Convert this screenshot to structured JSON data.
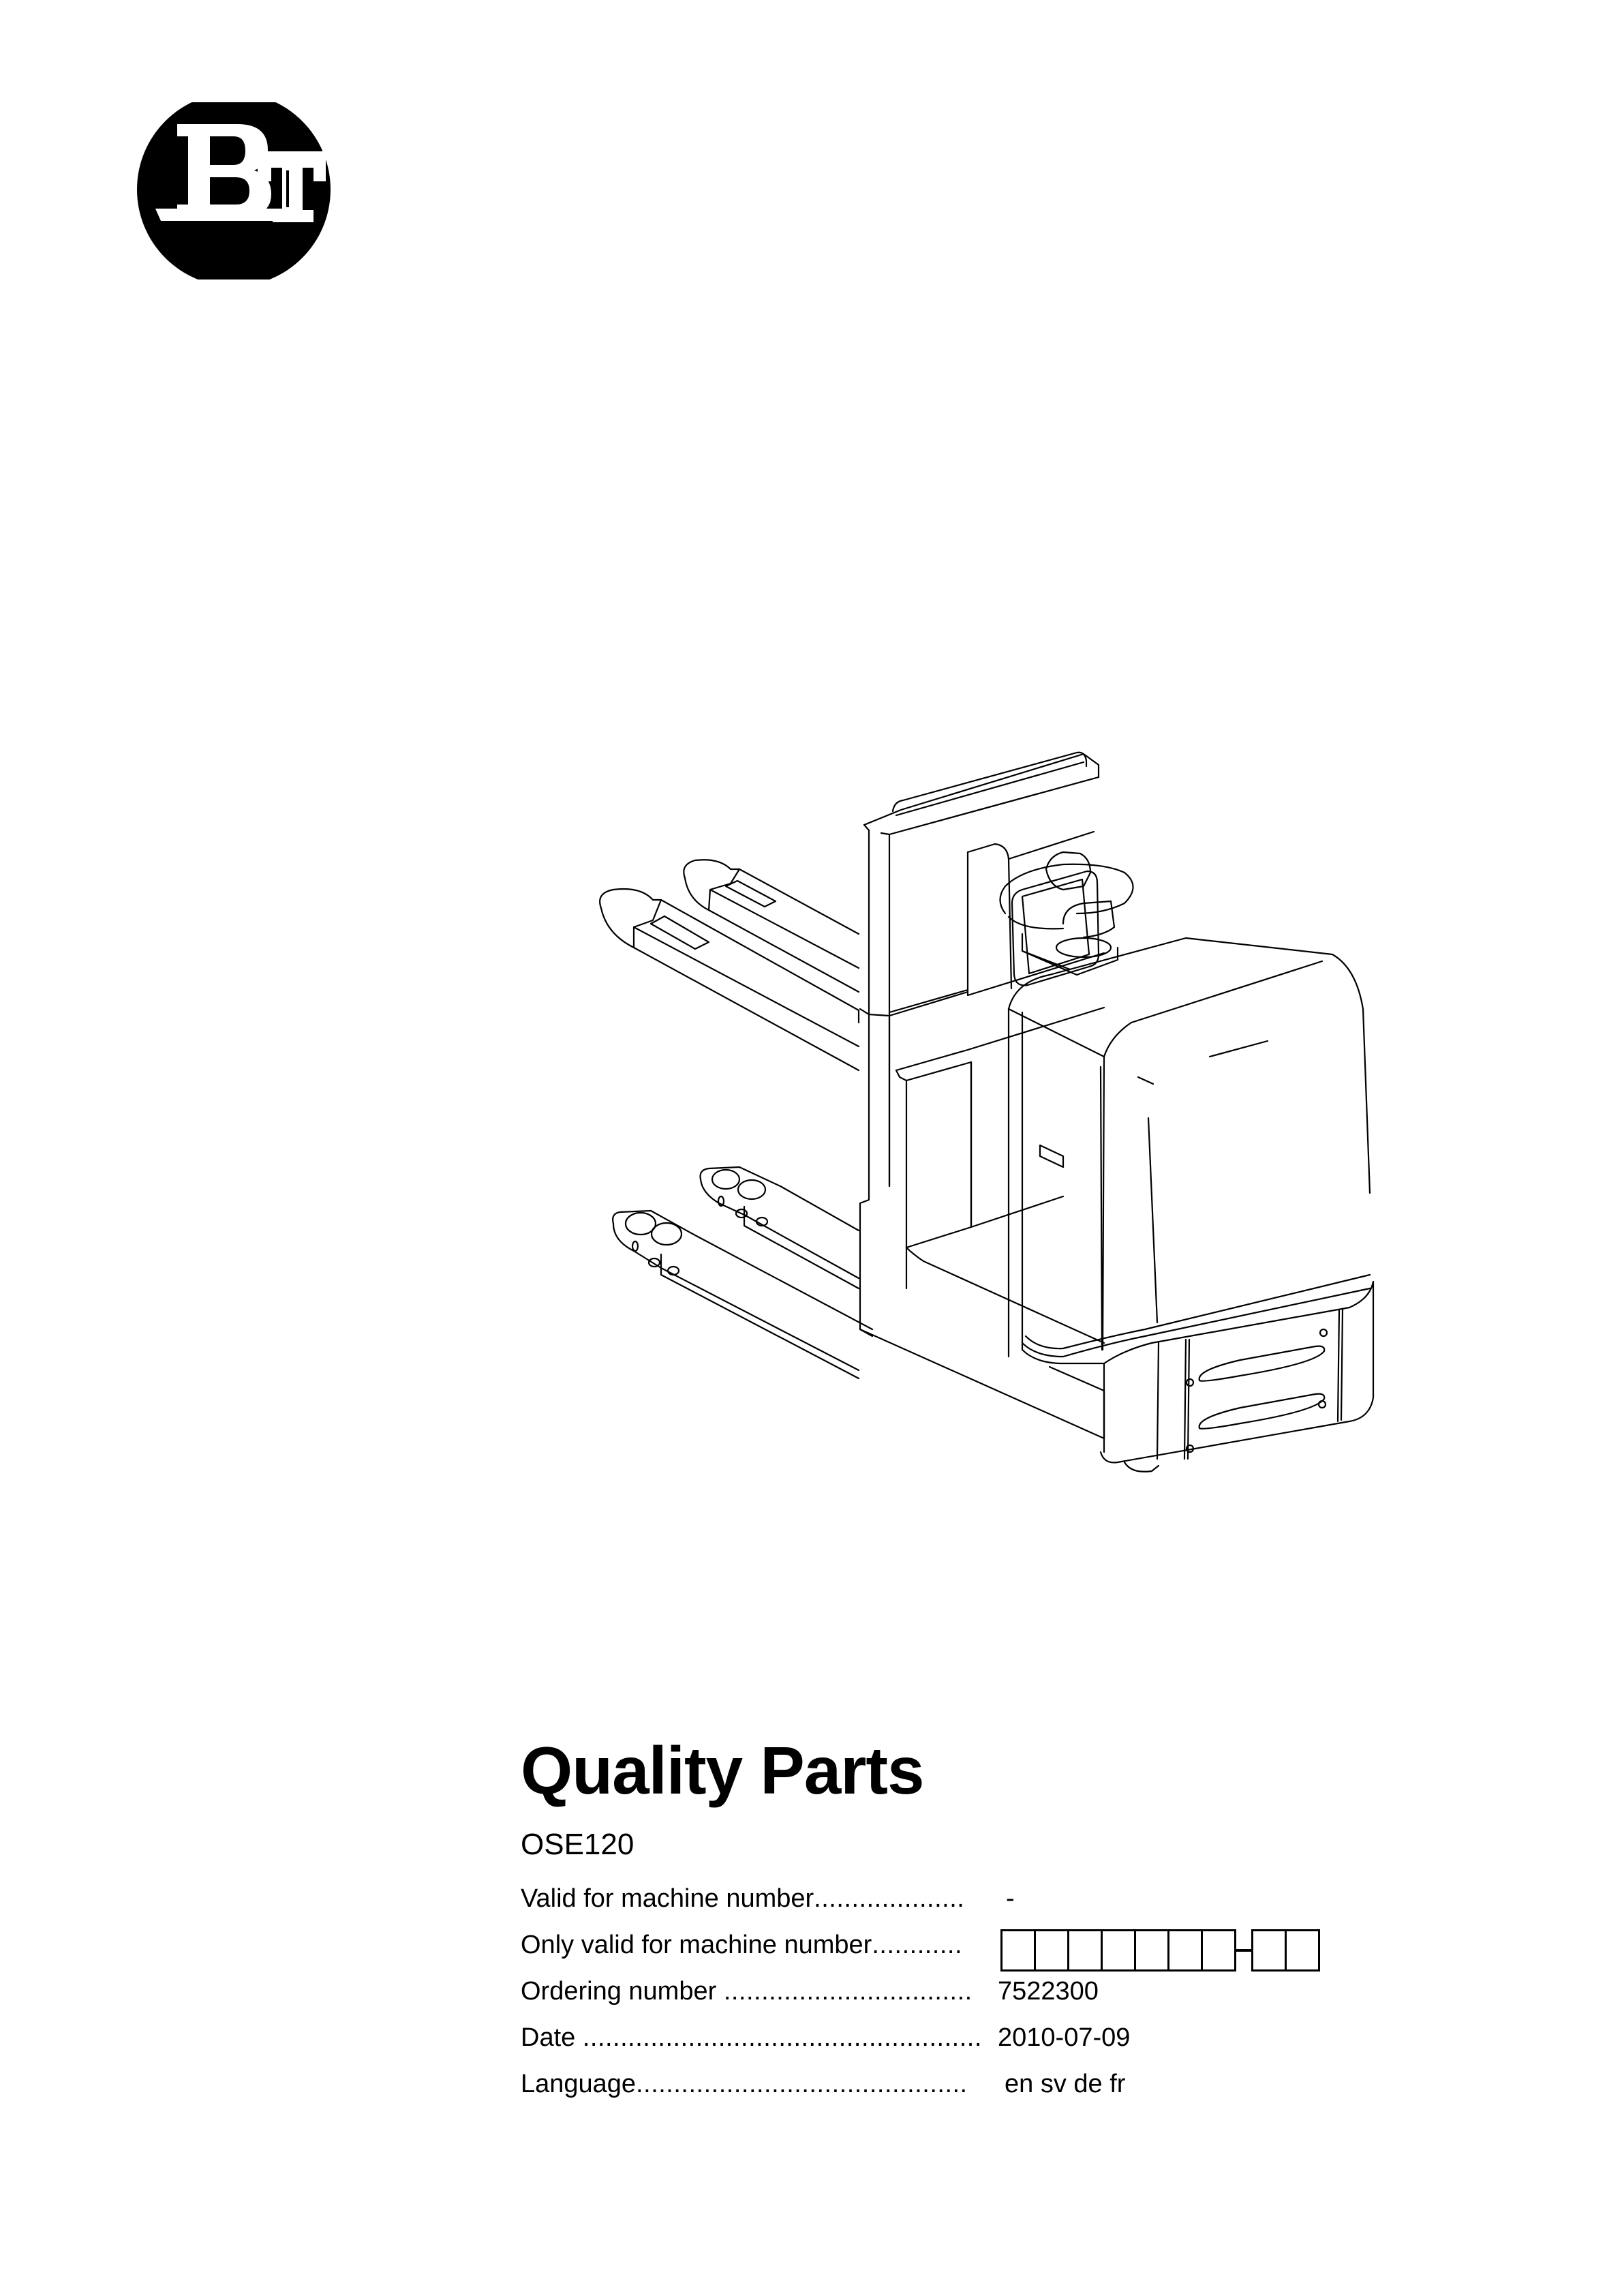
{
  "logo": {
    "text": "BT",
    "icon": "bt-logo-icon",
    "fill": "#000000",
    "letter_color": "#ffffff"
  },
  "illustration": {
    "icon": "order-picker-truck-line-drawing",
    "description": "Isometric line drawing of low-level order picker truck with twin forks, operator platform, steering tiller and drive unit housing"
  },
  "document": {
    "title": "Quality Parts",
    "model": "OSE120"
  },
  "fields": [
    {
      "label": "Valid for machine number",
      "dots": "....................",
      "value": "-"
    },
    {
      "label": "Only valid for machine number",
      "dots": "............",
      "value": "",
      "boxes_before_hyphen": 7,
      "boxes_after_hyphen": 2
    },
    {
      "label": "Ordering number ",
      "dots": ".................................",
      "value": "7522300"
    },
    {
      "label": "Date ",
      "dots": ".....................................................",
      "value": "2010-07-09"
    },
    {
      "label": "Language",
      "dots": "............................................",
      "value": "en sv de fr"
    }
  ]
}
